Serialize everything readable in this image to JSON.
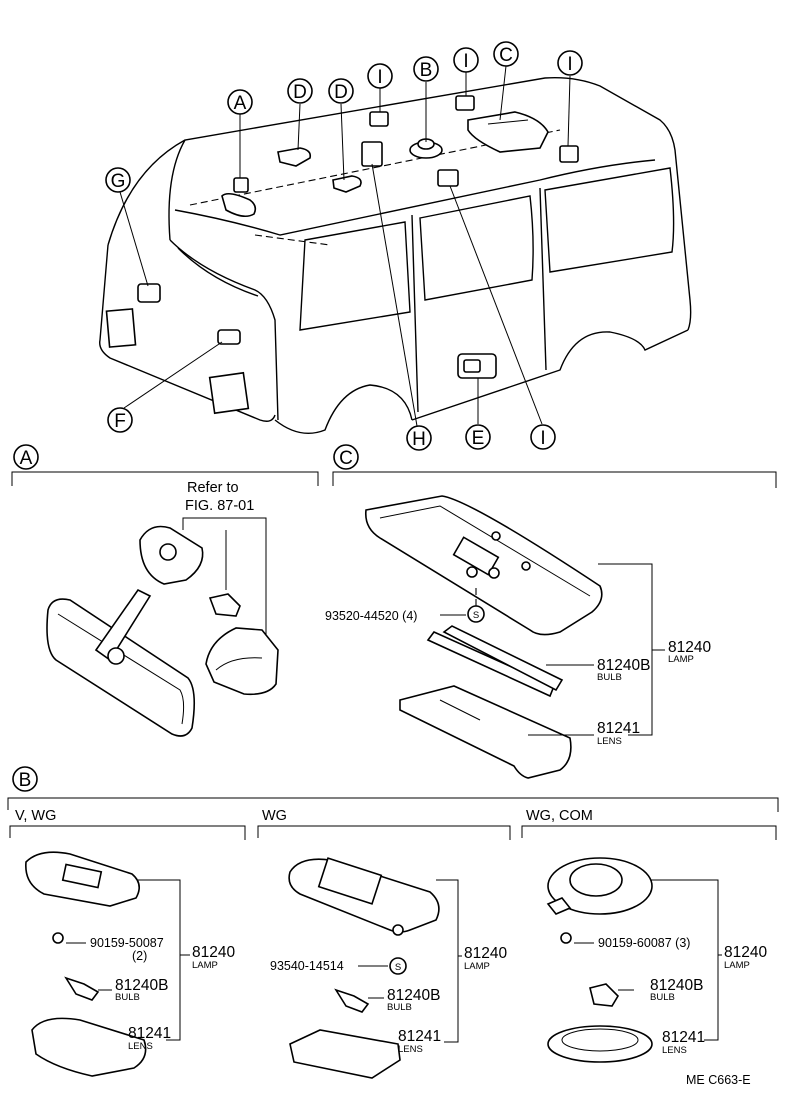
{
  "callouts": {
    "A": "A",
    "B": "B",
    "C": "C",
    "D": "D",
    "E": "E",
    "F": "F",
    "G": "G",
    "H": "H",
    "I": "I"
  },
  "section_a": {
    "letter": "A",
    "refer_line1": "Refer to",
    "refer_line2": "FIG. 87-01"
  },
  "section_c": {
    "letter": "C",
    "screw_pn": "93520-44520 (4)",
    "screw_symbol": "S",
    "lamp_pn": "81240",
    "lamp_label": "LAMP",
    "bulb_pn": "81240B",
    "bulb_label": "BULB",
    "lens_pn": "81241",
    "lens_label": "LENS"
  },
  "section_b": {
    "letter": "B",
    "groups": [
      {
        "header": "V, WG",
        "screw_pn": "90159-50087",
        "screw_qty": "(2)",
        "lamp_pn": "81240",
        "lamp_label": "LAMP",
        "bulb_pn": "81240B",
        "bulb_label": "BULB",
        "lens_pn": "81241",
        "lens_label": "LENS"
      },
      {
        "header": "WG",
        "screw_pn": "93540-14514",
        "screw_symbol": "S",
        "lamp_pn": "81240",
        "lamp_label": "LAMP",
        "bulb_pn": "81240B",
        "bulb_label": "BULB",
        "lens_pn": "81241",
        "lens_label": "LENS"
      },
      {
        "header": "WG, COM",
        "screw_pn": "90159-60087 (3)",
        "lamp_pn": "81240",
        "lamp_label": "LAMP",
        "bulb_pn": "81240B",
        "bulb_label": "BULB",
        "lens_pn": "81241",
        "lens_label": "LENS"
      }
    ]
  },
  "figure_code": "ME  C663-E"
}
